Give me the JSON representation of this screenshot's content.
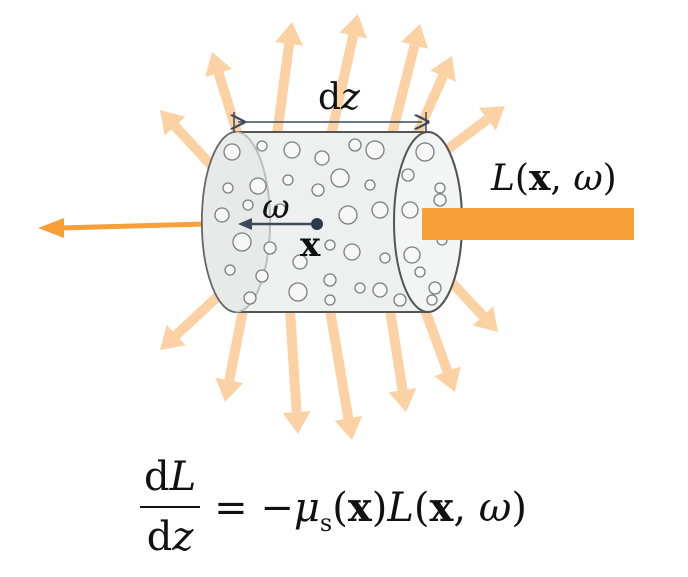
{
  "labels": {
    "dz_d": "d",
    "dz_z": "z",
    "radiance_L": "L",
    "radiance_open": "(",
    "radiance_x": "x",
    "radiance_comma": ", ",
    "radiance_omega": "ω",
    "radiance_close": ")",
    "omega": "ω",
    "point_x": "x"
  },
  "equation": {
    "num_d": "d",
    "num_L": "L",
    "den_d": "d",
    "den_z": "z",
    "equals": " = −",
    "mu": "μ",
    "mu_sub": "s",
    "open1": "(",
    "x1": "x",
    "close1": ")",
    "L": "L",
    "open2": "(",
    "x2": "x",
    "comma": ", ",
    "omega": "ω",
    "close2": ")"
  },
  "colors": {
    "scatter_arrow": "#fcd2a5",
    "beam": "#f7a03a",
    "cylinder_fill": "#eef0f0",
    "cylinder_stroke": "#555555",
    "dimension_line": "#3a4a5c"
  }
}
